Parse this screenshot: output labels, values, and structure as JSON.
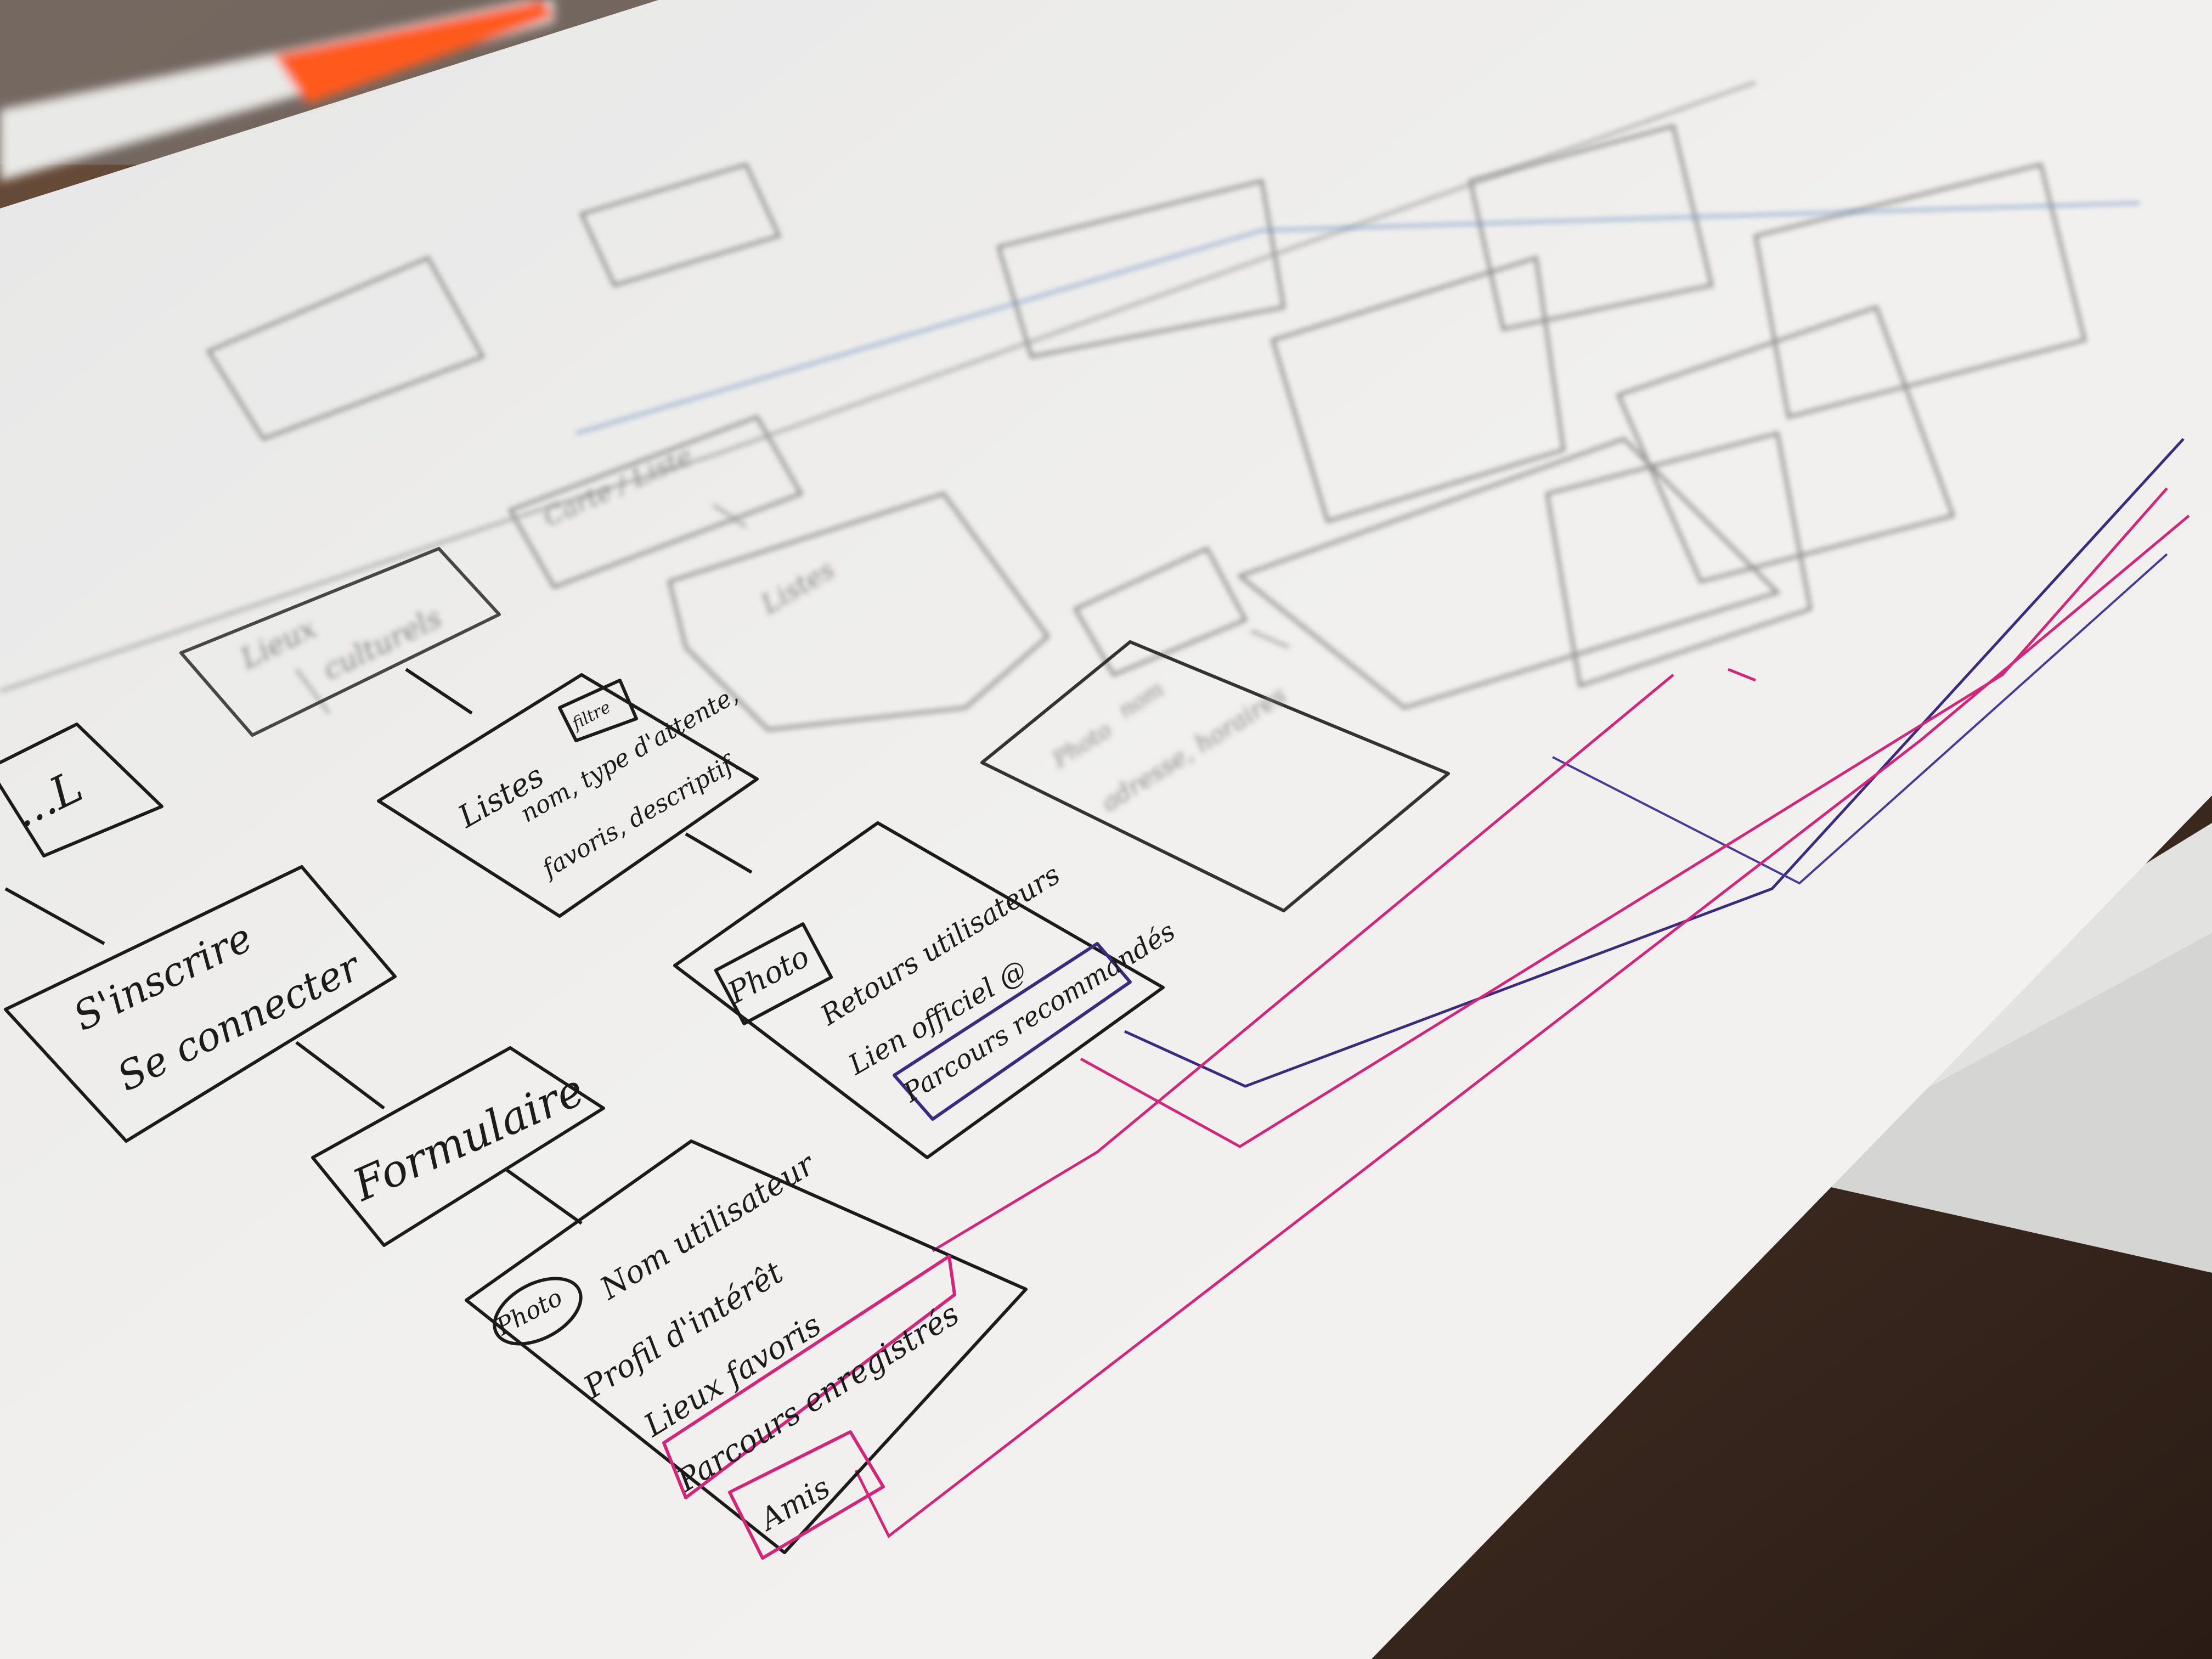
{
  "scene": {
    "description_colors": {
      "table": "#3b2a20",
      "paper": "#f1f0ee",
      "ink_black": "#1b1b1b",
      "ink_pink": "#d2267a",
      "ink_purple": "#3c2a7e",
      "marker_orange": "#ff5a1f"
    }
  },
  "sketch": {
    "box_left_fragment": "...L",
    "box_inscrire": {
      "line1": "S'inscrire",
      "line2": "Se connecter"
    },
    "box_formulaire": "Formulaire",
    "box_profil": {
      "photo": "Photo",
      "lines": [
        "Nom utilisateur",
        "Profil d'intérêt",
        "Lieux favoris",
        "Parcours enregistrés"
      ],
      "amis": "Amis"
    },
    "box_listes": {
      "badge": "filtre",
      "title": "Listes",
      "line1": "nom, type d'attente,",
      "line2": "favoris, descriptif."
    },
    "box_detail": {
      "photo": "Photo",
      "lines": [
        "Retours utilisateurs",
        "Lien officiel @",
        "Parcours recommandés"
      ]
    },
    "box_lieux": {
      "line1": "Lieux",
      "line2": "culturels"
    },
    "box_carte_liste": {
      "label": "Carte / Liste"
    },
    "box_listes_blur": {
      "label": "Listes"
    },
    "box_photo_adresse": {
      "photo": "Photo",
      "line1": "nom",
      "line2": "adresse, horaires"
    }
  }
}
